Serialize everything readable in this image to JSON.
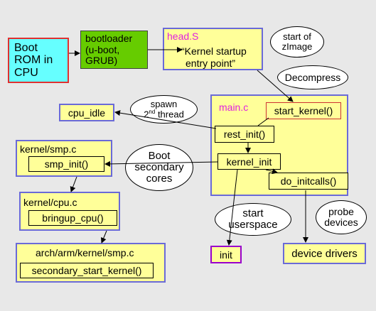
{
  "boot_rom": {
    "lines": [
      "Boot",
      "ROM in",
      "CPU"
    ]
  },
  "bootloader": {
    "lines": [
      "bootloader",
      "(u-boot,",
      "GRUB)"
    ]
  },
  "head_s": {
    "title": "head.S",
    "lines": [
      "“Kernel startup",
      "entry point”"
    ]
  },
  "bubbles": {
    "start_zimage": [
      "start of",
      "zImage"
    ],
    "decompress": "Decompress",
    "spawn": {
      "line1": "spawn",
      "num": "2",
      "sup": "nd",
      "rest": " thread"
    },
    "boot_secondary": [
      "Boot",
      "secondary",
      "cores"
    ],
    "start_userspace": [
      "start",
      "userspace"
    ],
    "probe_devices": [
      "probe",
      "devices"
    ]
  },
  "main_c": {
    "title": "main.c",
    "start_kernel": "start_kernel()",
    "rest_init": "rest_init()",
    "kernel_init": "kernel_init",
    "do_initcalls": "do_initcalls()"
  },
  "cpu_idle": "cpu_idle",
  "smp_c": {
    "title": "kernel/smp.c",
    "func": "smp_init()"
  },
  "cpu_c": {
    "title": "kernel/cpu.c",
    "func": "bringup_cpu()"
  },
  "arch_smp": {
    "title": "arch/arm/kernel/smp.c",
    "func": "secondary_start_kernel()"
  },
  "init": "init",
  "device_drivers": "device drivers",
  "colors": {
    "boot_rom_fill": "#66ffff",
    "boot_rom_border": "#e03030",
    "bootloader_fill": "#66cc00",
    "box_fill": "#ffff99",
    "box_border": "#6a6ad8",
    "title_accent": "#e020e0",
    "init_border": "#9900cc",
    "start_kernel_border": "#cc3333"
  }
}
